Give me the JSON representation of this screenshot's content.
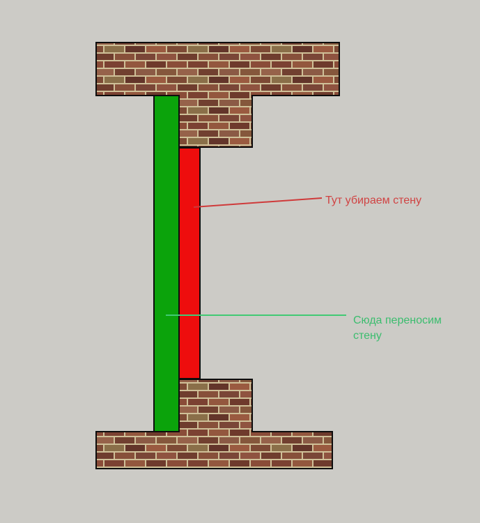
{
  "background_color": "#cccbc6",
  "walls": {
    "material": "brick",
    "outline_color": "#0d0d0d",
    "mortar_color": "#cfc098",
    "brick_colors": [
      "#8a4c38",
      "#7b4132",
      "#93573e",
      "#6e3a2c",
      "#85573c",
      "#96624a",
      "#714030",
      "#8b5a45",
      "#7d4a35",
      "#8a6f49",
      "#63352a",
      "#9a5a40",
      "#8f5340",
      "#6f3d2e",
      "#87503a",
      "#7a4637"
    ]
  },
  "markers": {
    "new_wall": {
      "color": "#0ba30b"
    },
    "removed_wall": {
      "color": "#ee0d0d"
    }
  },
  "annotations": {
    "remove_wall": {
      "text": "Тут убираем стену",
      "text_color": "#d04343",
      "line_color": "#cf3a3a"
    },
    "move_wall": {
      "lines": [
        "Сюда переносим",
        "стену"
      ],
      "text_color": "#3bbd6e",
      "line_color": "#41ca74"
    }
  }
}
